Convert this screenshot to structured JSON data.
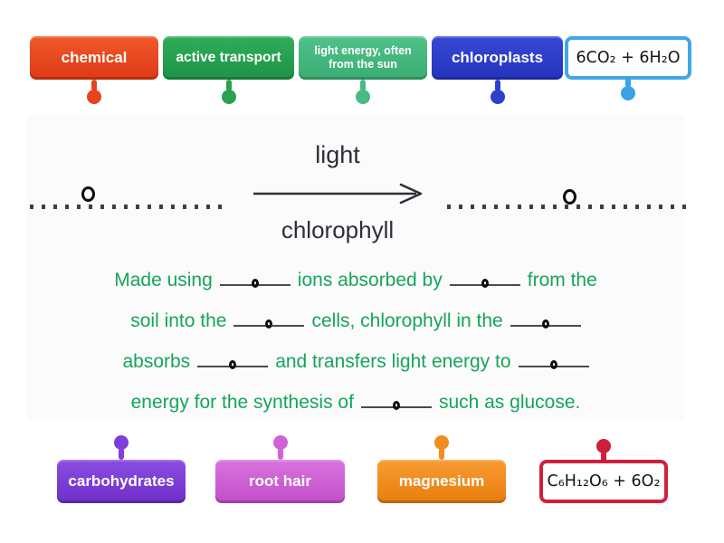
{
  "top_labels": [
    {
      "label": "chemical",
      "colors": {
        "bg_top": "#f0582c",
        "bg_bottom": "#de3a13",
        "pin": "#e8431c"
      }
    },
    {
      "label": "active transport",
      "colors": {
        "bg_top": "#2ead59",
        "bg_bottom": "#1e9446",
        "pin": "#27a24f"
      }
    },
    {
      "label": "light energy, often from the sun",
      "colors": {
        "bg_top": "#50c289",
        "bg_bottom": "#3aad73",
        "pin": "#45bc81"
      }
    },
    {
      "label": "chloroplasts",
      "colors": {
        "bg_top": "#3748d5",
        "bg_bottom": "#2433bd",
        "pin": "#2c40ce"
      }
    },
    {
      "label": "6CO₂ + 6H₂O",
      "colors": {
        "border": "#41a7e8",
        "bg": "#ffffff",
        "pin": "#3ba3e6"
      }
    }
  ],
  "bottom_labels": [
    {
      "label": "carbohydrates",
      "colors": {
        "bg_top": "#8a4de0",
        "bg_bottom": "#6e2fc9",
        "pin": "#7f3ed9"
      }
    },
    {
      "label": "root hair",
      "colors": {
        "bg_top": "#d973de",
        "bg_bottom": "#c24ecb",
        "pin": "#cf63d5"
      }
    },
    {
      "label": "magnesium",
      "colors": {
        "bg_top": "#f79c32",
        "bg_bottom": "#e97d0e",
        "pin": "#f18c1e"
      }
    },
    {
      "label": "C₆H₁₂O₆ + 6O₂",
      "colors": {
        "border": "#d0203d",
        "bg": "#ffffff",
        "pin": "#cc1f3c"
      }
    }
  ],
  "diagram": {
    "arrow_top_label": "light",
    "arrow_bottom_label": "chlorophyll",
    "text_color": "#2e2e38"
  },
  "sentence": {
    "text_color": "#17a45b",
    "lines": [
      {
        "a": "Made using",
        "b": "ions absorbed by",
        "c": "from the"
      },
      {
        "a": "soil into the",
        "b": "cells, chlorophyll in the",
        "c": ""
      },
      {
        "a": "absorbs",
        "b": "and transfers light energy to",
        "c": ""
      },
      {
        "a": "energy for the synthesis of",
        "b": "such as glucose."
      }
    ]
  }
}
